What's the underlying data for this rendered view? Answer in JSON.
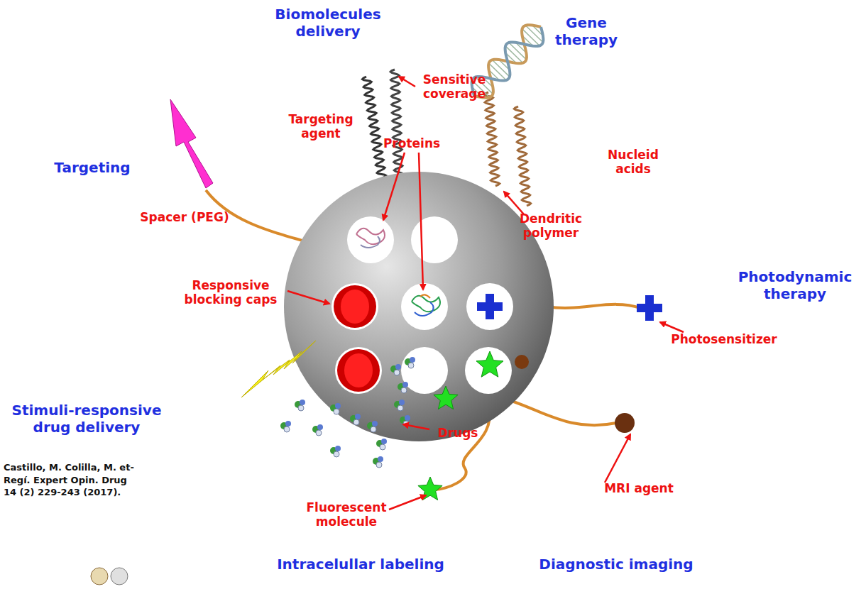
{
  "diagram": {
    "labels": [
      "Biomolecules delivery",
      "Gene therapy",
      "Sensitive coverage",
      "Targeting agent",
      "Proteins",
      "Nucleid acids",
      "Targeting",
      "Dendritic polymer",
      "Spacer (PEG)",
      "Photodynamic therapy",
      "Responsive blocking caps",
      "Photosensitizer",
      "Stimuli-responsive drug delivery",
      "Drugs",
      "MRI agent",
      "Fluorescent molecule",
      "Castillo, M. Colilla, M. et-Regí. Expert Opin. Drug 14 (2) 229-243 (2017).",
      "Intracelullar labeling",
      "Diagnostic imaging"
    ]
  }
}
